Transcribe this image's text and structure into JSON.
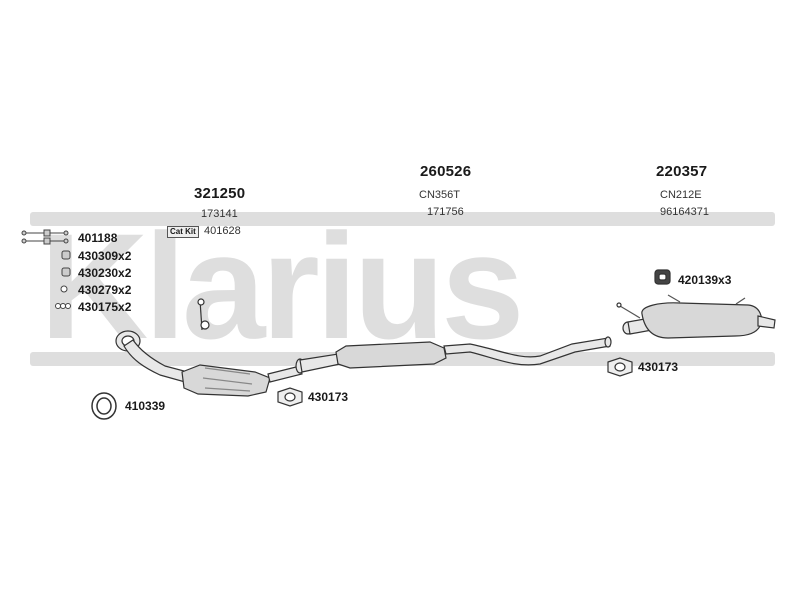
{
  "watermark": {
    "text": "Klarius",
    "color": "#d9d9d9"
  },
  "colors": {
    "line": "#333333",
    "fill": "#e6e6e6",
    "fill_dark": "#cfcfcf"
  },
  "components": {
    "catalytic": {
      "number": "321250",
      "ref": "173141",
      "kit_label": "Cat Kit",
      "kit_number": "401628"
    },
    "middle": {
      "number": "260526",
      "code": "CN356T",
      "ref": "171756"
    },
    "rear": {
      "number": "220357",
      "code": "CN212E",
      "ref": "96164371"
    }
  },
  "parts_list": [
    {
      "label": "401188",
      "icon": "bolt-icon"
    },
    {
      "label": "430309x2",
      "icon": "nut-icon"
    },
    {
      "label": "430230x2",
      "icon": "nut-icon"
    },
    {
      "label": "430279x2",
      "icon": "washer-icon"
    },
    {
      "label": "430175x2",
      "icon": "spring-icon"
    }
  ],
  "callouts": {
    "gasket_front": "410339",
    "clamp_middle": "430173",
    "clamp_rear": "430173",
    "rubber_mount": "420139x3"
  }
}
